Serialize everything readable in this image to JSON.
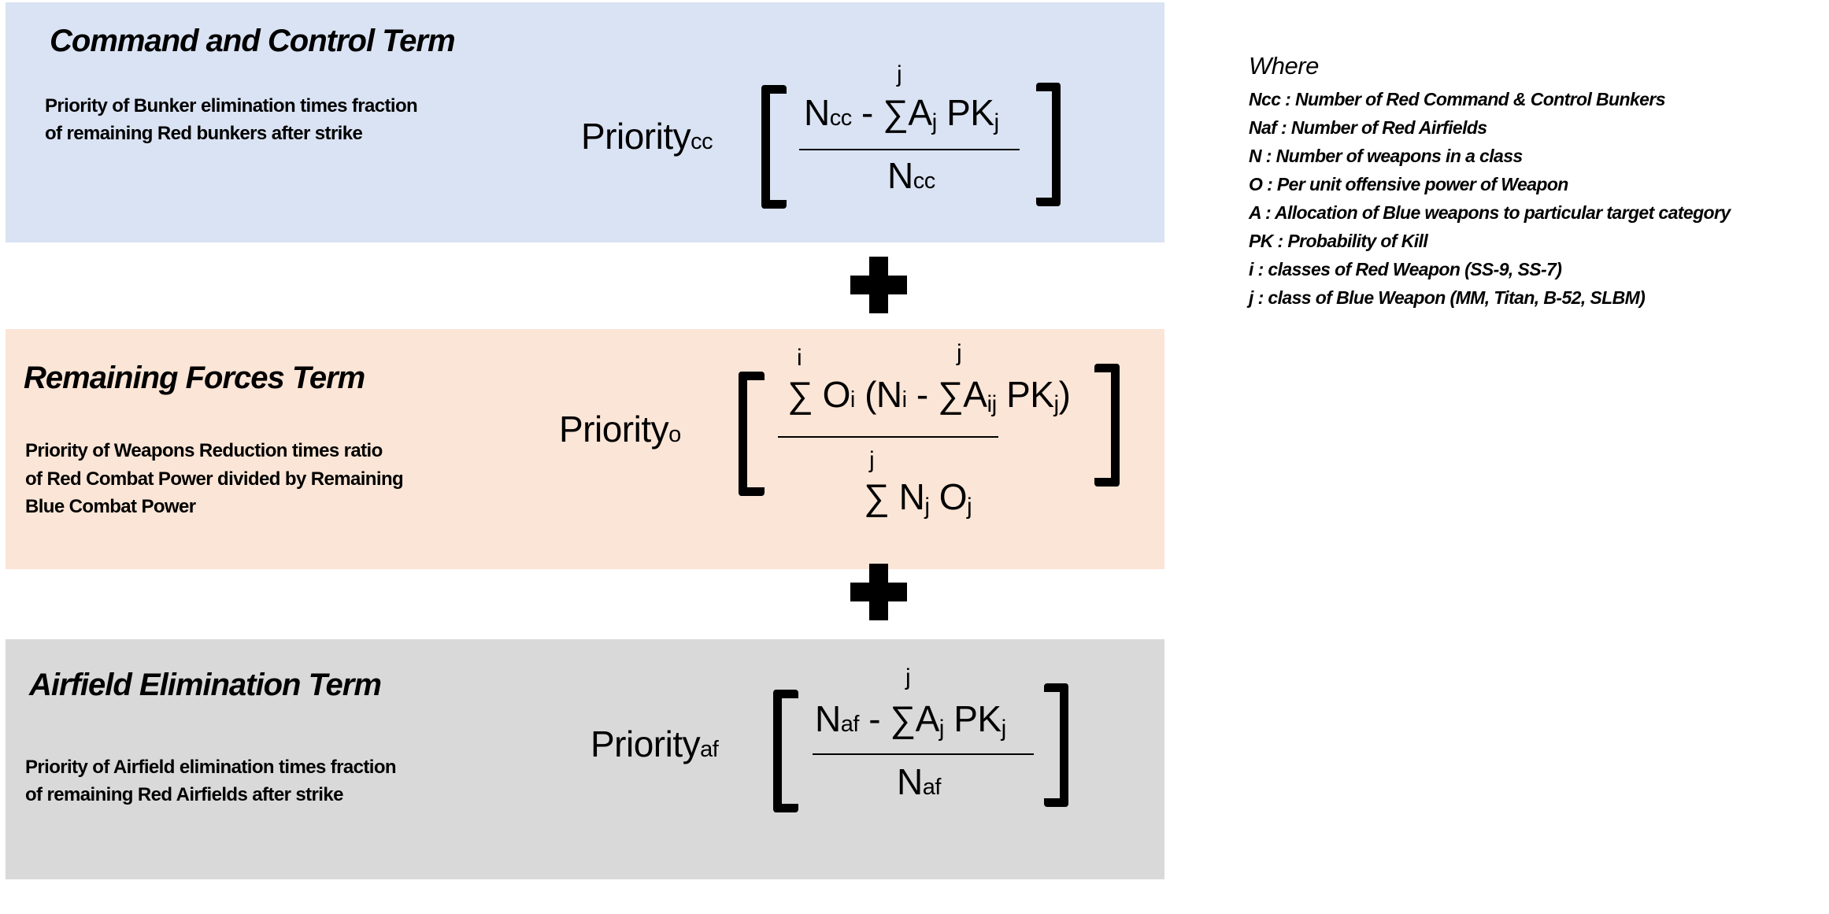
{
  "terms": {
    "command_control": {
      "title": "Command and Control Term",
      "body_lines": [
        "Priority of Bunker elimination times fraction",
        "of remaining Red bunkers after strike"
      ],
      "formula": {
        "priority": "Priority",
        "priority_sub": "cc",
        "num_N": "N",
        "num_N_sub": "cc",
        "minus": "-",
        "sum_limit": "j",
        "sigma": "∑",
        "A": "A",
        "A_sub": "j",
        "PK": "PK",
        "PK_sub": "j",
        "den_N": "N",
        "den_N_sub": "cc"
      }
    },
    "remaining_forces": {
      "title": "Remaining Forces Term",
      "body_lines": [
        "Priority of Weapons Reduction times ratio",
        "of Red Combat Power divided by Remaining",
        "Blue Combat Power"
      ],
      "formula": {
        "priority": "Priority",
        "priority_sub": "o",
        "sum1_limit": "i",
        "sigma": "∑",
        "O": "O",
        "O_sub": "i",
        "open_paren": "(",
        "N": "N",
        "N_sub": "i",
        "minus": "-",
        "sum2_limit": "j",
        "A": "A",
        "A_sub": "ij",
        "PK": "PK",
        "PK_sub": "j",
        "close_paren": ")",
        "den_sum_limit": "j",
        "den_N": "N",
        "den_N_sub": "j",
        "den_O": "O",
        "den_O_sub": "j"
      }
    },
    "airfield": {
      "title": "Airfield Elimination Term",
      "body_lines": [
        "Priority of Airfield elimination times fraction",
        "of remaining Red Airfields after strike"
      ],
      "formula": {
        "priority": "Priority",
        "priority_sub": "af",
        "num_N": "N",
        "num_N_sub": "af",
        "minus": "-",
        "sum_limit": "j",
        "sigma": "∑",
        "A": "A",
        "A_sub": "j",
        "PK": "PK",
        "PK_sub": "j",
        "den_N": "N",
        "den_N_sub": "af"
      }
    }
  },
  "operators": [
    "plus-icon",
    "plus-icon"
  ],
  "legend": {
    "title": "Where",
    "items": [
      "Ncc : Number of Red Command & Control Bunkers",
      "Naf : Number of Red Airfields",
      "N : Number of weapons in a class",
      "O : Per unit offensive power of Weapon",
      "A : Allocation of Blue weapons to particular target category",
      "PK : Probability of Kill",
      "i : classes of Red Weapon (SS-9, SS-7)",
      "j : class of Blue Weapon (MM, Titan, B-52, SLBM)"
    ]
  },
  "colors": {
    "command_control_panel": "#dae3f3",
    "remaining_forces_panel": "#fbe5d6",
    "airfield_panel": "#d9d9d9"
  }
}
